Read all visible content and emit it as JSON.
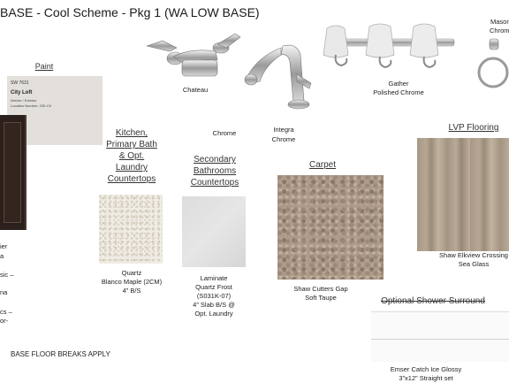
{
  "header": {
    "title": "BASE - Cool Scheme - Pkg 1 (WA LOW BASE)"
  },
  "paint": {
    "heading": "Paint",
    "chip_code": "SW 7631",
    "chip_name": "City Loft",
    "chip_line1": "Interior / Exterior",
    "chip_line2": "Location Number: 239-C6",
    "chip_color": "#e3e0db"
  },
  "fixtures": {
    "faucet_label": "Chateau",
    "faucet_finish": "Chrome",
    "kitchen_faucet_line1": "Integra",
    "kitchen_faucet_line2": "Chrome",
    "vanity_light_line1": "Gather",
    "vanity_light_line2": "Polished Chrome",
    "towel_ring_line1": "Mason",
    "towel_ring_line2": "Chrom"
  },
  "cabinet_text": {
    "line1": "ier",
    "line2": "a",
    "line3": "sic –",
    "line4": "na",
    "line5": "cs –",
    "line6": "or-"
  },
  "countertops_primary": {
    "head_line1": "Kitchen,",
    "head_line2": "Primary Bath",
    "head_line3": "& Opt.",
    "head_line4": "Laundry",
    "head_line5": "Countertops",
    "cap_line1": "Quartz",
    "cap_line2": "Blanco Maple (2CM)",
    "cap_line3": "4” B/S"
  },
  "countertops_secondary": {
    "head_line1": "Secondary",
    "head_line2": "Bathrooms",
    "head_line3": "Countertops",
    "cap_line1": "Laminate",
    "cap_line2": "Quartz Frost",
    "cap_line3": "(S031K-07)",
    "cap_line4": "4” Slab B/S @",
    "cap_line5": "Opt. Laundry"
  },
  "carpet": {
    "heading": "Carpet",
    "cap_line1": "Shaw Cutters Gap",
    "cap_line2": "Soft Taupe"
  },
  "lvp": {
    "heading": "LVP Flooring",
    "cap_line1": "Shaw Elkview Crossing",
    "cap_line2": "Sea Glass"
  },
  "shower": {
    "heading": "Optional Shower Surround",
    "cap_line1": "Emser Catch Ice Glossy",
    "cap_line2": "3”x12” Straight set"
  },
  "footer": {
    "note": "BASE FLOOR BREAKS APPLY"
  }
}
